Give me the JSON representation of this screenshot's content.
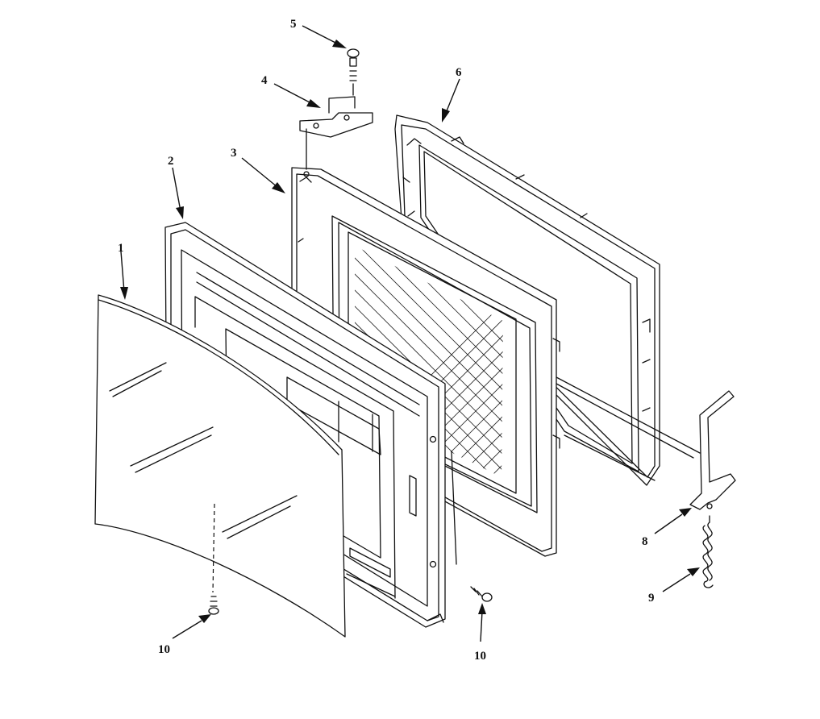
{
  "callouts": [
    {
      "id": "1",
      "label": "1"
    },
    {
      "id": "2",
      "label": "2"
    },
    {
      "id": "3",
      "label": "3"
    },
    {
      "id": "4",
      "label": "4"
    },
    {
      "id": "5",
      "label": "5"
    },
    {
      "id": "6",
      "label": "6"
    },
    {
      "id": "8",
      "label": "8"
    },
    {
      "id": "9",
      "label": "9"
    },
    {
      "id": "10a",
      "label": "10"
    },
    {
      "id": "10b",
      "label": "10"
    }
  ]
}
